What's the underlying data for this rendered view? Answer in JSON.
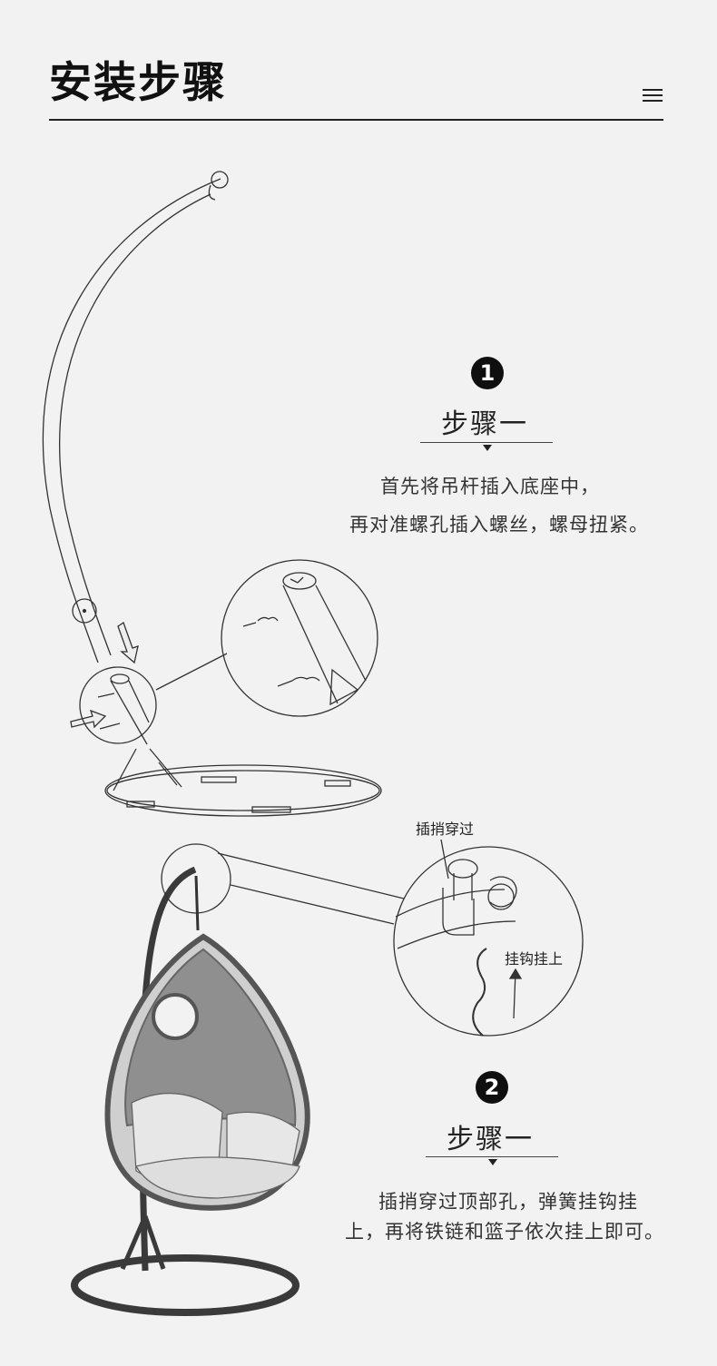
{
  "page": {
    "title": "安装步骤"
  },
  "steps": [
    {
      "number": "1",
      "heading": "步骤一",
      "lines": [
        "首先将吊杆插入底座中，",
        "再对准螺孔插入螺丝，螺母扭紧。"
      ]
    },
    {
      "number": "2",
      "heading": "步骤一",
      "lines": [
        "插捎穿过顶部孔，弹簧挂钩挂",
        "上，再将铁链和篮子依次挂上即可。"
      ]
    }
  ],
  "callouts": {
    "pin": "插捎穿过",
    "hook": "挂钩挂上"
  },
  "icons": {
    "menu": "menu-icon"
  },
  "colors": {
    "background": "#f1f2f1",
    "ink": "#111111",
    "badge": "#0f0f0f"
  }
}
